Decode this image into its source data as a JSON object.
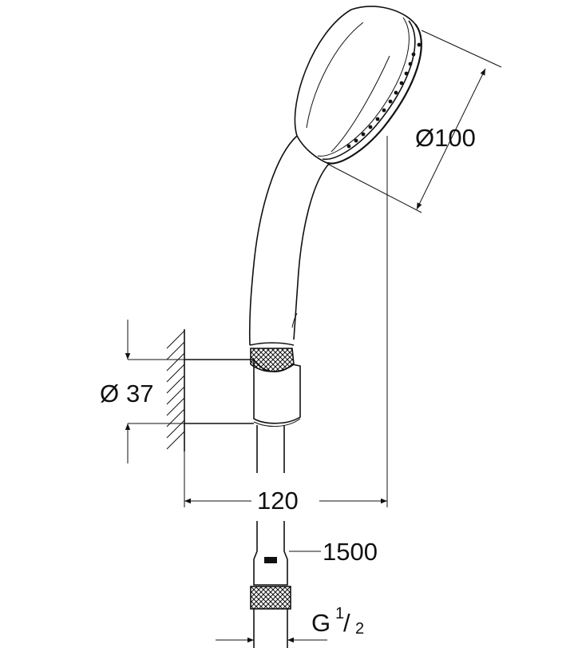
{
  "dimensions": {
    "head_diameter": "Ø100",
    "holder_diameter_symbol": "Ø",
    "holder_diameter_value": "37",
    "width": "120",
    "hose_length": "1500",
    "thread_prefix": "G",
    "thread_numerator": "1",
    "thread_denominator": "2"
  },
  "colors": {
    "line": "#111111",
    "background": "#ffffff"
  }
}
